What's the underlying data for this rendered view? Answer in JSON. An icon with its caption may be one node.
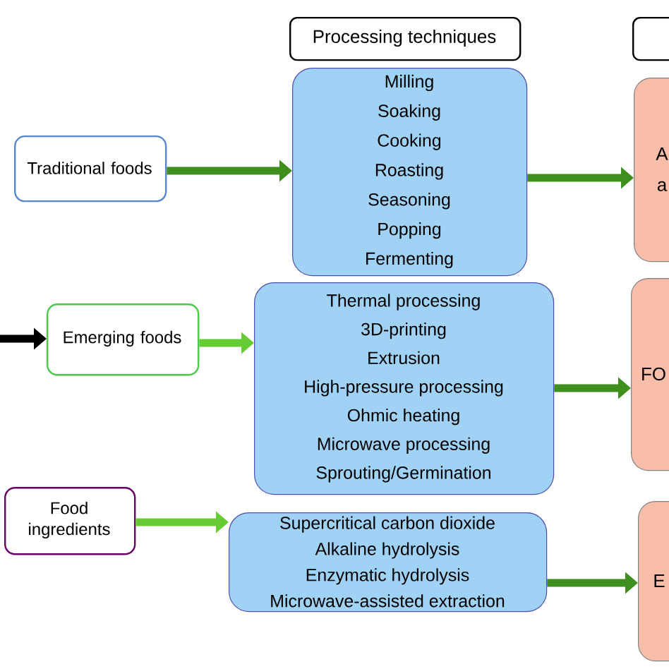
{
  "diagram": {
    "nodes": [
      {
        "text": [
          "Processing techniques"
        ]
      },
      {
        "text": [],
        "shape": "box"
      },
      {
        "text": [
          "Traditional foods"
        ]
      },
      {
        "text": [
          "Emerging foods"
        ]
      },
      {
        "text": [
          "Food ingredients"
        ]
      },
      {
        "text": [
          "Milling",
          "Soaking",
          "Cooking",
          "Roasting",
          "Seasoning",
          "Popping",
          "Fermenting"
        ]
      },
      {
        "text": [
          "Thermal processing",
          "3D-printing",
          "Extrusion",
          "High-pressure processing",
          "Ohmic heating",
          "Microwave processing",
          "Sprouting/Germination"
        ]
      },
      {
        "text": [
          "Supercritical carbon dioxide",
          "Alkaline hydrolysis",
          "Enzymatic hydrolysis",
          "Microwave-assisted extraction"
        ]
      },
      {
        "text": [
          "A",
          "a"
        ]
      },
      {
        "text": [
          "FO"
        ]
      },
      {
        "text": [
          "E"
        ]
      }
    ],
    "edges": [
      {
        "from": null,
        "to": 3,
        "arrow": "to",
        "color": "#000000"
      },
      {
        "from": 2,
        "to": 5,
        "arrow": "to"
      },
      {
        "from": 3,
        "to": 6,
        "arrow": "to",
        "color": "#66cc33"
      },
      {
        "from": 4,
        "to": 7,
        "arrow": "to",
        "color": "#66cc33"
      },
      {
        "from": 5,
        "to": 8,
        "arrow": "to"
      },
      {
        "from": 6,
        "to": 9,
        "arrow": "to"
      },
      {
        "from": 7,
        "to": 10,
        "arrow": "to"
      }
    ]
  }
}
